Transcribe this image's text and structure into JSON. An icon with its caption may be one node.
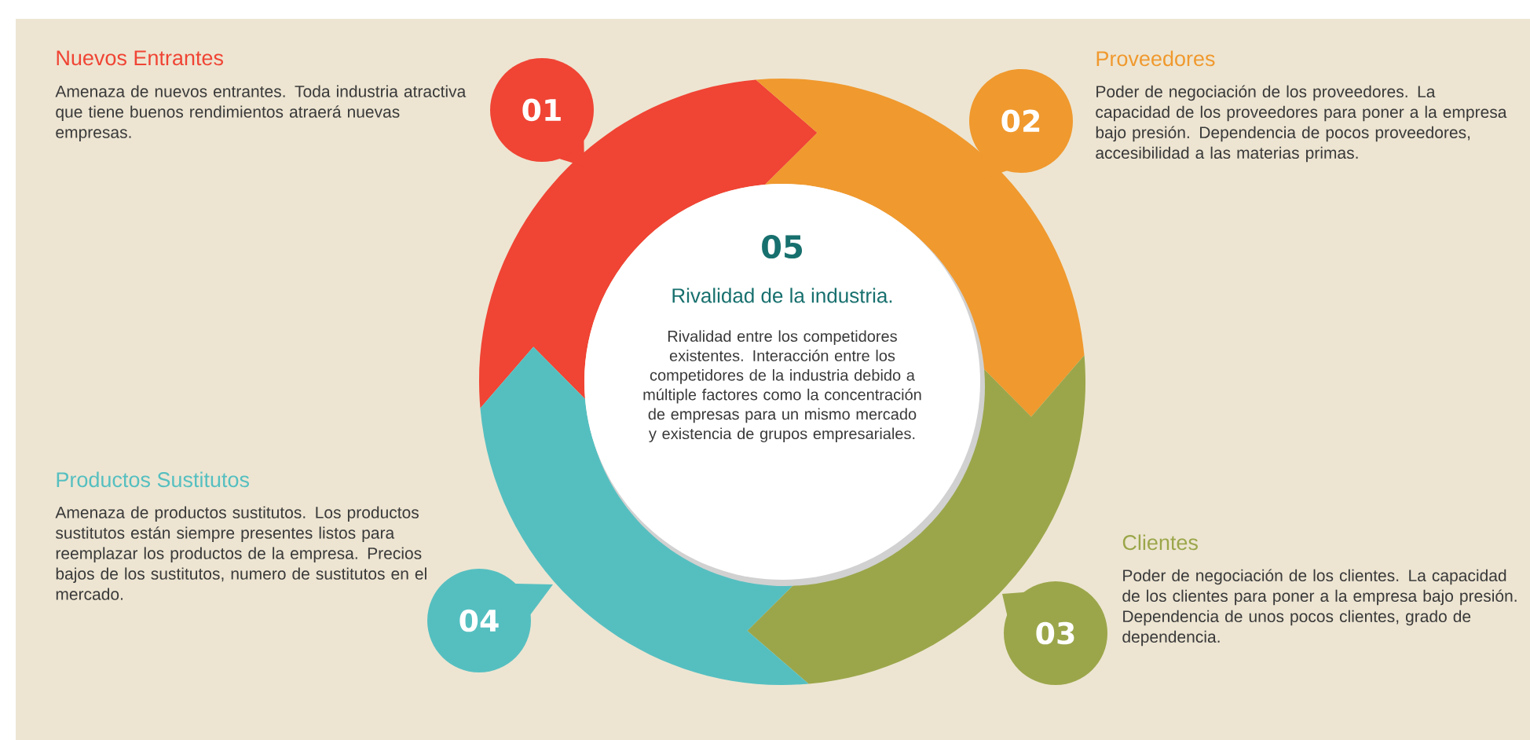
{
  "diagram": {
    "nodes": [
      {
        "text": [
          "01"
        ],
        "beside": [
          "Nuevos Entrantes",
          "Amenaza de nuevos entrantes. Toda industria atractiva que tiene buenos rendimientos atraerá nuevas empresas."
        ]
      },
      {
        "text": [
          "02"
        ],
        "beside": [
          "Proveedores",
          "Poder de negociación de los proveedores. La capacidad de los proveedores para poner a la empresa bajo presión. Dependencia de pocos proveedores, accesibilidad a las materias primas."
        ]
      },
      {
        "text": [
          "03"
        ],
        "beside": [
          "Clientes",
          "Poder de negociación de los clientes. La capacidad de los clientes para poner a la empresa bajo presión. Dependencia de unos pocos clientes, grado de dependencia."
        ]
      },
      {
        "text": [
          "04"
        ],
        "beside": [
          "Productos Sustitutos",
          "Amenaza de productos sustitutos. Los productos sustitutos están siempre presentes listos para reemplazar los productos de la empresa. Precios bajos de los sustitutos, numero de sustitutos en el mercado."
        ]
      },
      {
        "text": [
          "05",
          "Rivalidad de la industria.",
          "Rivalidad entre los competidores existentes. Interacción entre los competidores de la industria debido a múltiple factores como la concentración de empresas para un mismo mercado y existencia de grupos empresariales."
        ]
      }
    ],
    "edges": []
  }
}
